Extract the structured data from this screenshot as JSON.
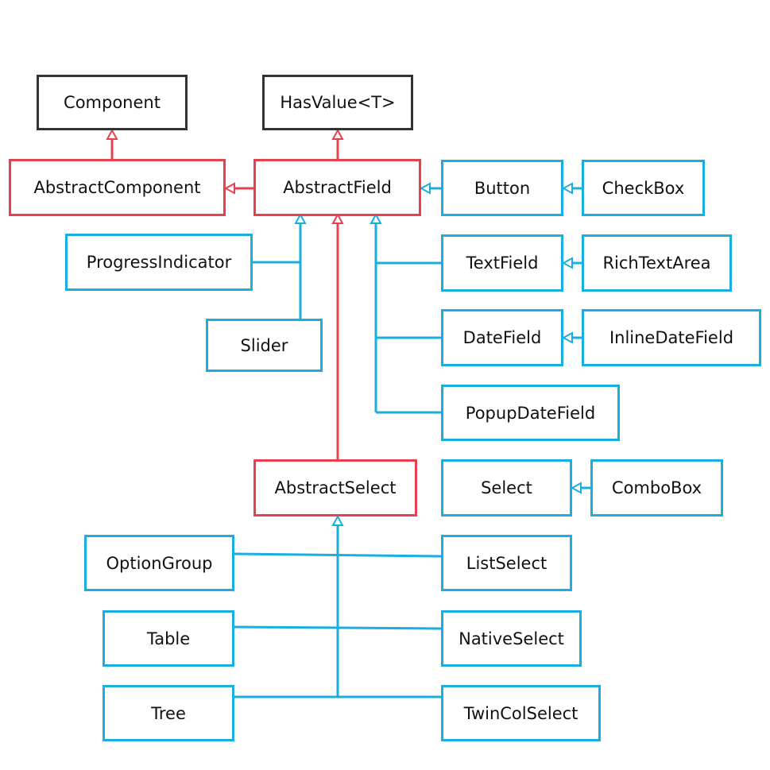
{
  "colors": {
    "interface_border": "#333333",
    "abstract_border": "#e8404f",
    "concrete_border": "#1aaee0"
  },
  "nodes": {
    "component": "Component",
    "has_value": "HasValue<T>",
    "abstract_component": "AbstractComponent",
    "abstract_field": "AbstractField",
    "button": "Button",
    "check_box": "CheckBox",
    "progress_indicator": "ProgressIndicator",
    "text_field": "TextField",
    "rich_text_area": "RichTextArea",
    "slider": "Slider",
    "date_field": "DateField",
    "inline_date_field": "InlineDateField",
    "popup_date_field": "PopupDateField",
    "abstract_select": "AbstractSelect",
    "select": "Select",
    "combo_box": "ComboBox",
    "option_group": "OptionGroup",
    "list_select": "ListSelect",
    "table": "Table",
    "native_select": "NativeSelect",
    "tree": "Tree",
    "twin_col_select": "TwinColSelect"
  }
}
